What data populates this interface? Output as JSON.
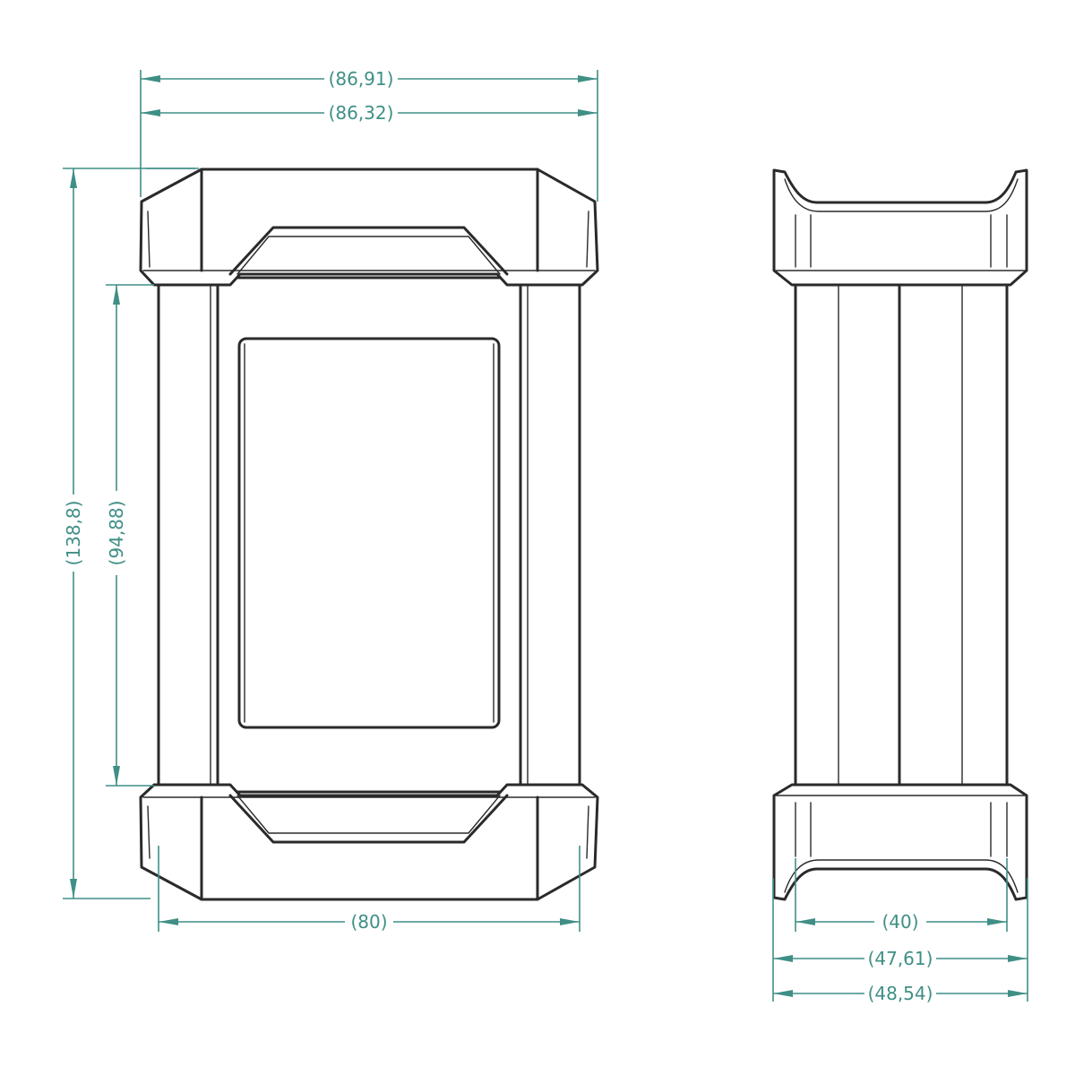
{
  "colors": {
    "outline": "#2a2a2a",
    "dimension": "#3f8f86",
    "background": "#ffffff"
  },
  "front_view": {
    "dim_top_outer": "(86,91)",
    "dim_top_inner": "(86,32)",
    "dim_total_height": "(138,8)",
    "dim_side_height": "(94,88)",
    "dim_bottom_width": "(80)"
  },
  "side_view": {
    "dim_inner_width": "(40)",
    "dim_mid_width": "(47,61)",
    "dim_outer_width": "(48,54)"
  }
}
